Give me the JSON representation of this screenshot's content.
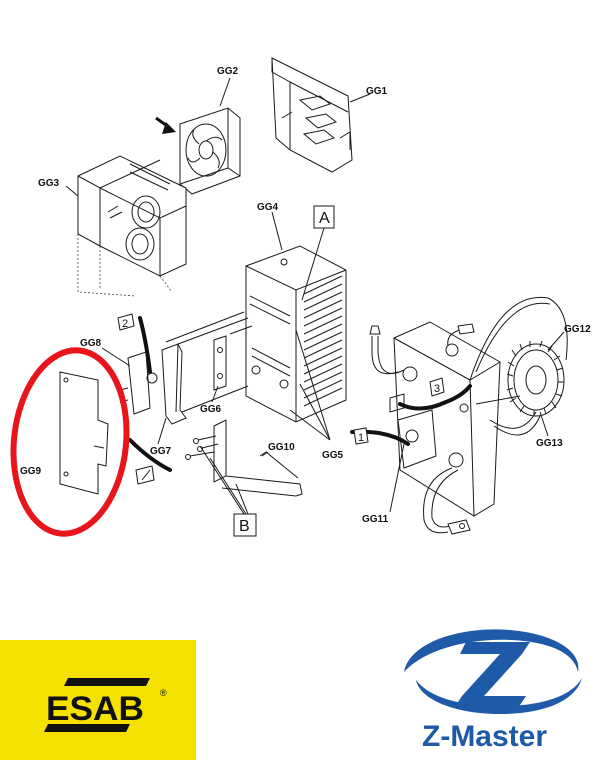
{
  "diagram": {
    "labels": {
      "gg1": "GG1",
      "gg2": "GG2",
      "gg3": "GG3",
      "gg4": "GG4",
      "gg5": "GG5",
      "gg6": "GG6",
      "gg7": "GG7",
      "gg8": "GG8",
      "gg9": "GG9",
      "gg10": "GG10",
      "gg11": "GG11",
      "gg12": "GG12",
      "gg13": "GG13"
    },
    "callouts": {
      "a": "A",
      "b": "B",
      "one": "1",
      "two": "2",
      "three": "3"
    },
    "highlight_color": "#e8151b"
  },
  "logos": {
    "esab": {
      "text": "ESAB",
      "registered": "®",
      "background": "#f5e100"
    },
    "zmaster": {
      "text": "Z-Master",
      "color": "#1e5aa8"
    }
  }
}
